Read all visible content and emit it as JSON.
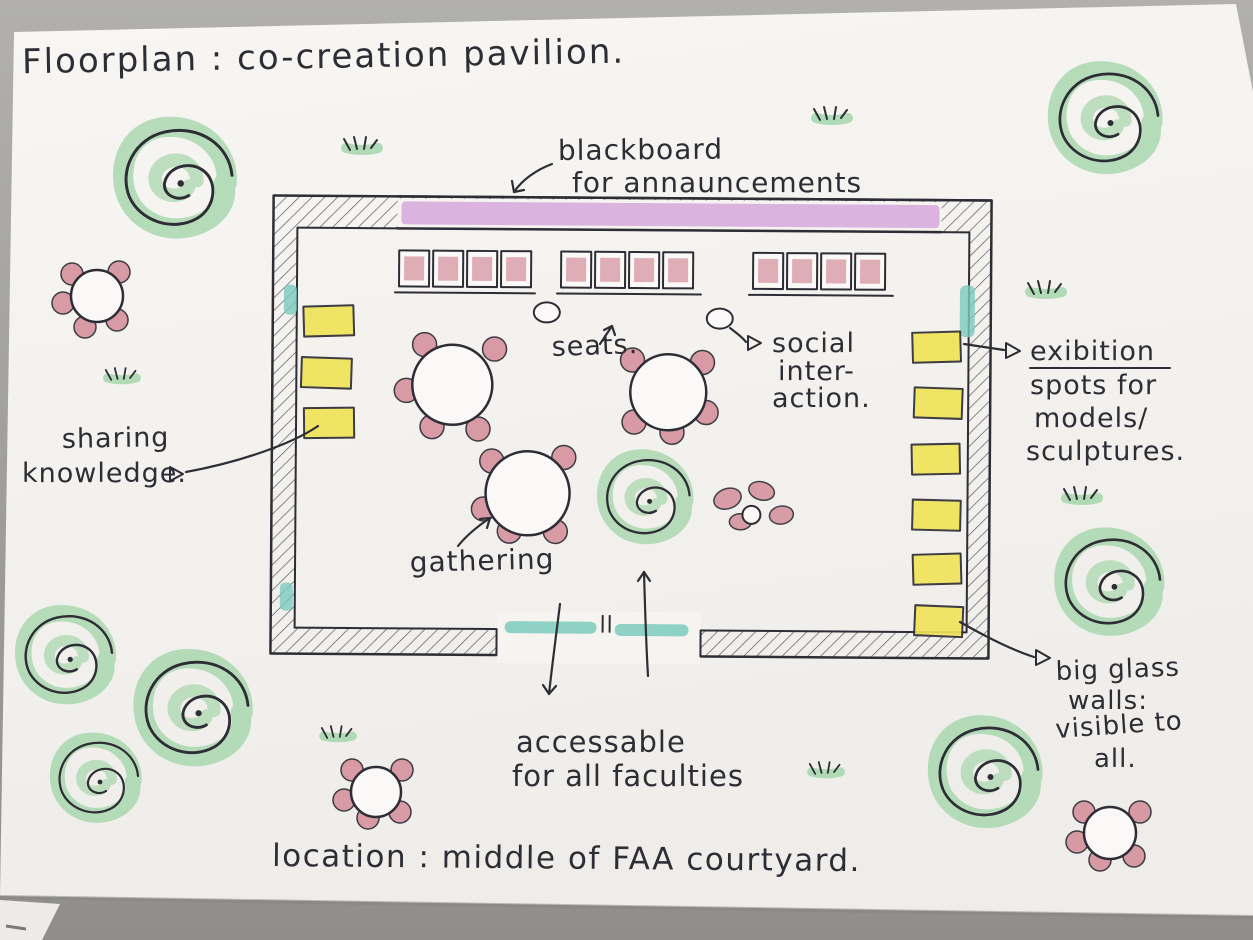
{
  "title": "Floorplan : co-creation pavilion.",
  "labels": {
    "blackboard": [
      "blackboard",
      "for annauncements"
    ],
    "seats": "seats.",
    "social": [
      "social",
      "inter-",
      "action."
    ],
    "sharing": [
      "sharing",
      "knowledge."
    ],
    "exhibition": [
      "exibition",
      "spots for",
      "models/",
      "sculptures."
    ],
    "gathering": "gathering",
    "accessible": [
      "accessable",
      "for all faculties"
    ],
    "glass": [
      "big glass",
      "walls:",
      "visible to",
      "all."
    ],
    "location": "location : middle of FAA courtyard."
  },
  "colors": {
    "ink": "#2e2d35",
    "paper": "#f6f4f0",
    "desk": "#a6a5a2",
    "blackboard_purple": "#cf9ad8",
    "exhibit_yellow": "#f0e35a",
    "chair_pink": "#d6939f",
    "plant_green": "#a5d6ab",
    "entrance_teal": "#7bcabd"
  }
}
